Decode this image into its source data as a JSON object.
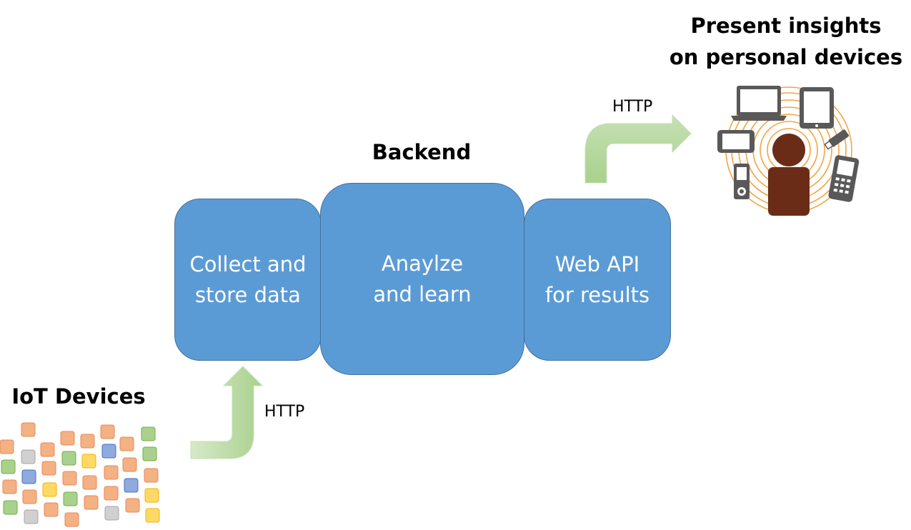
{
  "headings": {
    "present": [
      "Present insights",
      "on personal devices"
    ],
    "backend": "Backend",
    "iot": "IoT Devices"
  },
  "boxes": {
    "collect": "Collect  and\nstore data",
    "analyze": "Anaylze\nand learn",
    "webapi": "Web API\nfor results"
  },
  "arrows": {
    "up_label": "HTTP",
    "right_label": "HTTP"
  },
  "colors": {
    "box_fill": "#5b9bd5",
    "box_border": "#41719c",
    "arrow_fill": "#a9d18e",
    "person": "#6b2c17",
    "rings": "#f4a442",
    "device_gray": "#595959"
  },
  "icons": {
    "iot_cluster": "iot-device-tiles",
    "personal_devices": "person-with-devices-icon"
  }
}
